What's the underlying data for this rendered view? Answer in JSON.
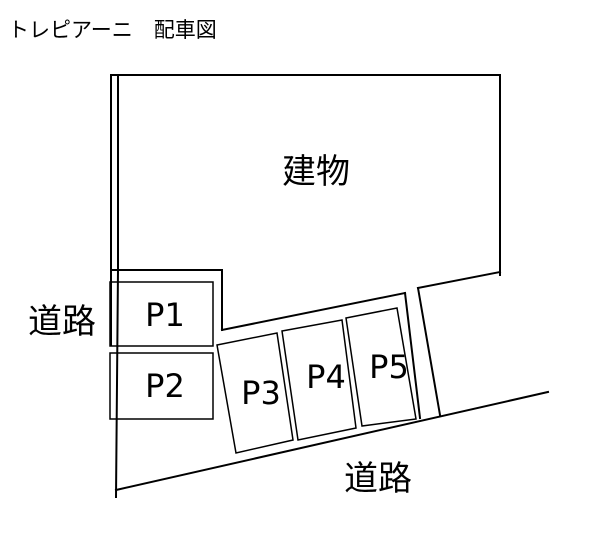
{
  "title": "トレピアーニ　配車図",
  "labels": {
    "building": "建物",
    "road_left": "道路",
    "road_bottom": "道路"
  },
  "spaces": [
    {
      "label": "P1"
    },
    {
      "label": "P2"
    },
    {
      "label": "P3"
    },
    {
      "label": "P4"
    },
    {
      "label": "P5"
    }
  ],
  "colors": {
    "line": "#000000",
    "background": "#ffffff"
  }
}
